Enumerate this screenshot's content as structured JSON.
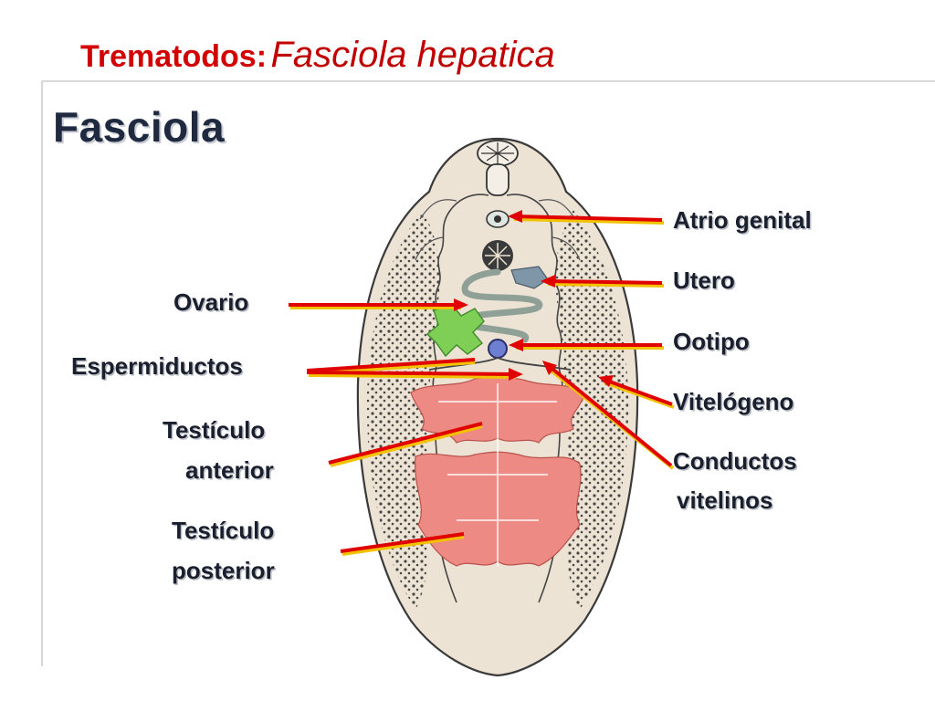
{
  "title": {
    "bold": "Trematodos:",
    "italic": "Fasciola hepatica"
  },
  "panel_heading": "Fasciola",
  "labels": {
    "atrio_genital": "Atrio genital",
    "utero": "Utero",
    "ootipo": "Ootipo",
    "vitelogeno": "Vitelógeno",
    "conductos_vitelinos_1": "Conductos",
    "conductos_vitelinos_2": "vitelinos",
    "ovario": "Ovario",
    "espermiductos": "Espermiductos",
    "testiculo_anterior_1": "Testículo",
    "testiculo_anterior_2": "anterior",
    "testiculo_posterior_1": "Testículo",
    "testiculo_posterior_2": "posterior"
  },
  "colors": {
    "title_red": "#d20000",
    "arrow_red": "#e00000",
    "arrow_shadow": "#f2c200",
    "body_fill": "#ece3d5",
    "testis_fill": "#ee8a84",
    "ovary_green": "#7fcf57",
    "uterus_grey": "#9fb0a6",
    "ootype_blue": "#6d7fd0"
  }
}
